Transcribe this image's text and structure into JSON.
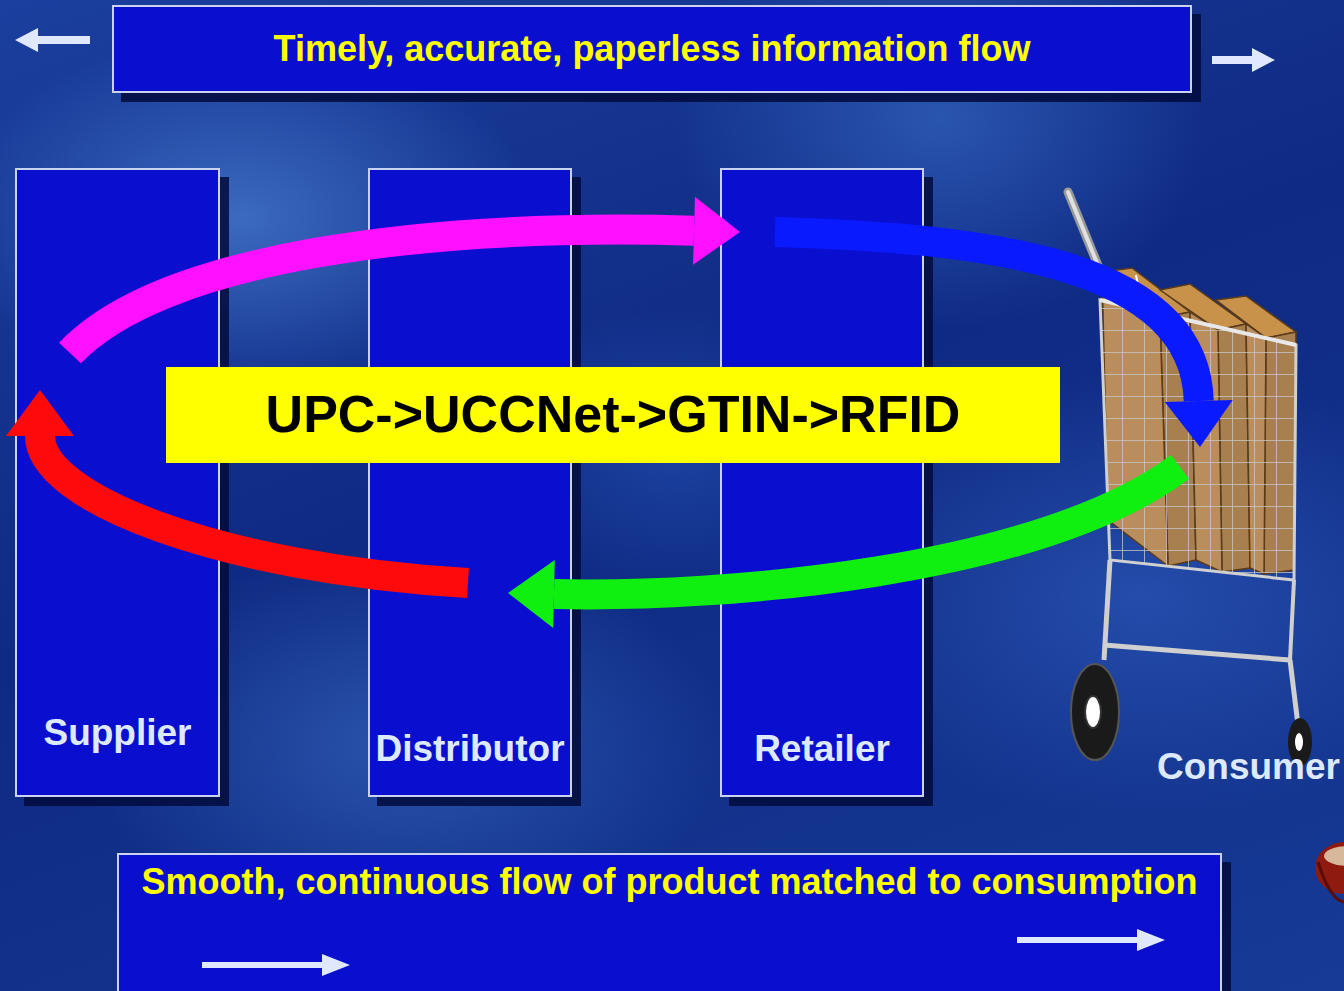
{
  "diagram": {
    "nodes": [
      {
        "text": [
          "Timely, accurate, paperless information flow"
        ]
      },
      {
        "text": [
          "Supplier"
        ]
      },
      {
        "text": [
          "Distributor"
        ]
      },
      {
        "text": [
          "Retailer"
        ]
      },
      {
        "text": [
          "Consumer"
        ]
      },
      {
        "text": [
          "UPC->UCCNet->GTIN->RFID"
        ]
      },
      {
        "text": [
          "Smooth, continuous flow of product matched to consumption"
        ]
      }
    ],
    "edges": [
      {
        "from": 1,
        "to": 3,
        "arrow": "to"
      },
      {
        "from": 3,
        "to": 4,
        "arrow": "to"
      },
      {
        "from": 4,
        "to": 2,
        "arrow": "to"
      },
      {
        "from": 2,
        "to": 1,
        "arrow": "to"
      }
    ]
  }
}
